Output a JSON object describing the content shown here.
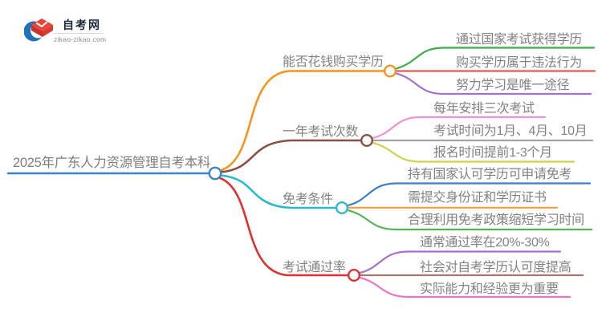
{
  "logo": {
    "title": "自考网",
    "url": "zikao-zikao.com",
    "brand_blue": "#2173b8",
    "brand_red": "#e2443c"
  },
  "text_color": "#828282",
  "mindmap": {
    "root": {
      "label": "2025年广东人力资源管理自考本科",
      "color": "#3d85c6"
    },
    "branches": [
      {
        "label": "能否花钱购买学历",
        "color": "#f7941e",
        "children": [
          {
            "label": "通过国家考试获得学历",
            "color": "#3eae49"
          },
          {
            "label": "购买学历属于违法行为",
            "color": "#e35959"
          },
          {
            "label": "努力学习是唯一途径",
            "color": "#a471ce"
          }
        ]
      },
      {
        "label": "一年考试次数",
        "color": "#8b4f46",
        "children": [
          {
            "label": "每年安排三次考试",
            "color": "#f193cd"
          },
          {
            "label": "考试时间为1月、4月、10月",
            "color": "#a3a3a3"
          },
          {
            "label": "报名时间提前1-3个月",
            "color": "#ccd14a"
          }
        ]
      },
      {
        "label": "免考条件",
        "color": "#2cb9cc",
        "children": [
          {
            "label": "持有国家认可学历可申请免考",
            "color": "#3b7ec6"
          },
          {
            "label": "需提交身份证和学历证书",
            "color": "#f79b3a"
          },
          {
            "label": "合理利用免考政策缩短学习时间",
            "color": "#55b357"
          }
        ]
      },
      {
        "label": "考试通过率",
        "color": "#e03030",
        "children": [
          {
            "label": "通常通过率在20%-30%",
            "color": "#a471ce"
          },
          {
            "label": "社会对自考学历认可度提高",
            "color": "#a5786d"
          },
          {
            "label": "实际能力和经验更为重要",
            "color": "#ec73c1"
          }
        ]
      }
    ]
  }
}
